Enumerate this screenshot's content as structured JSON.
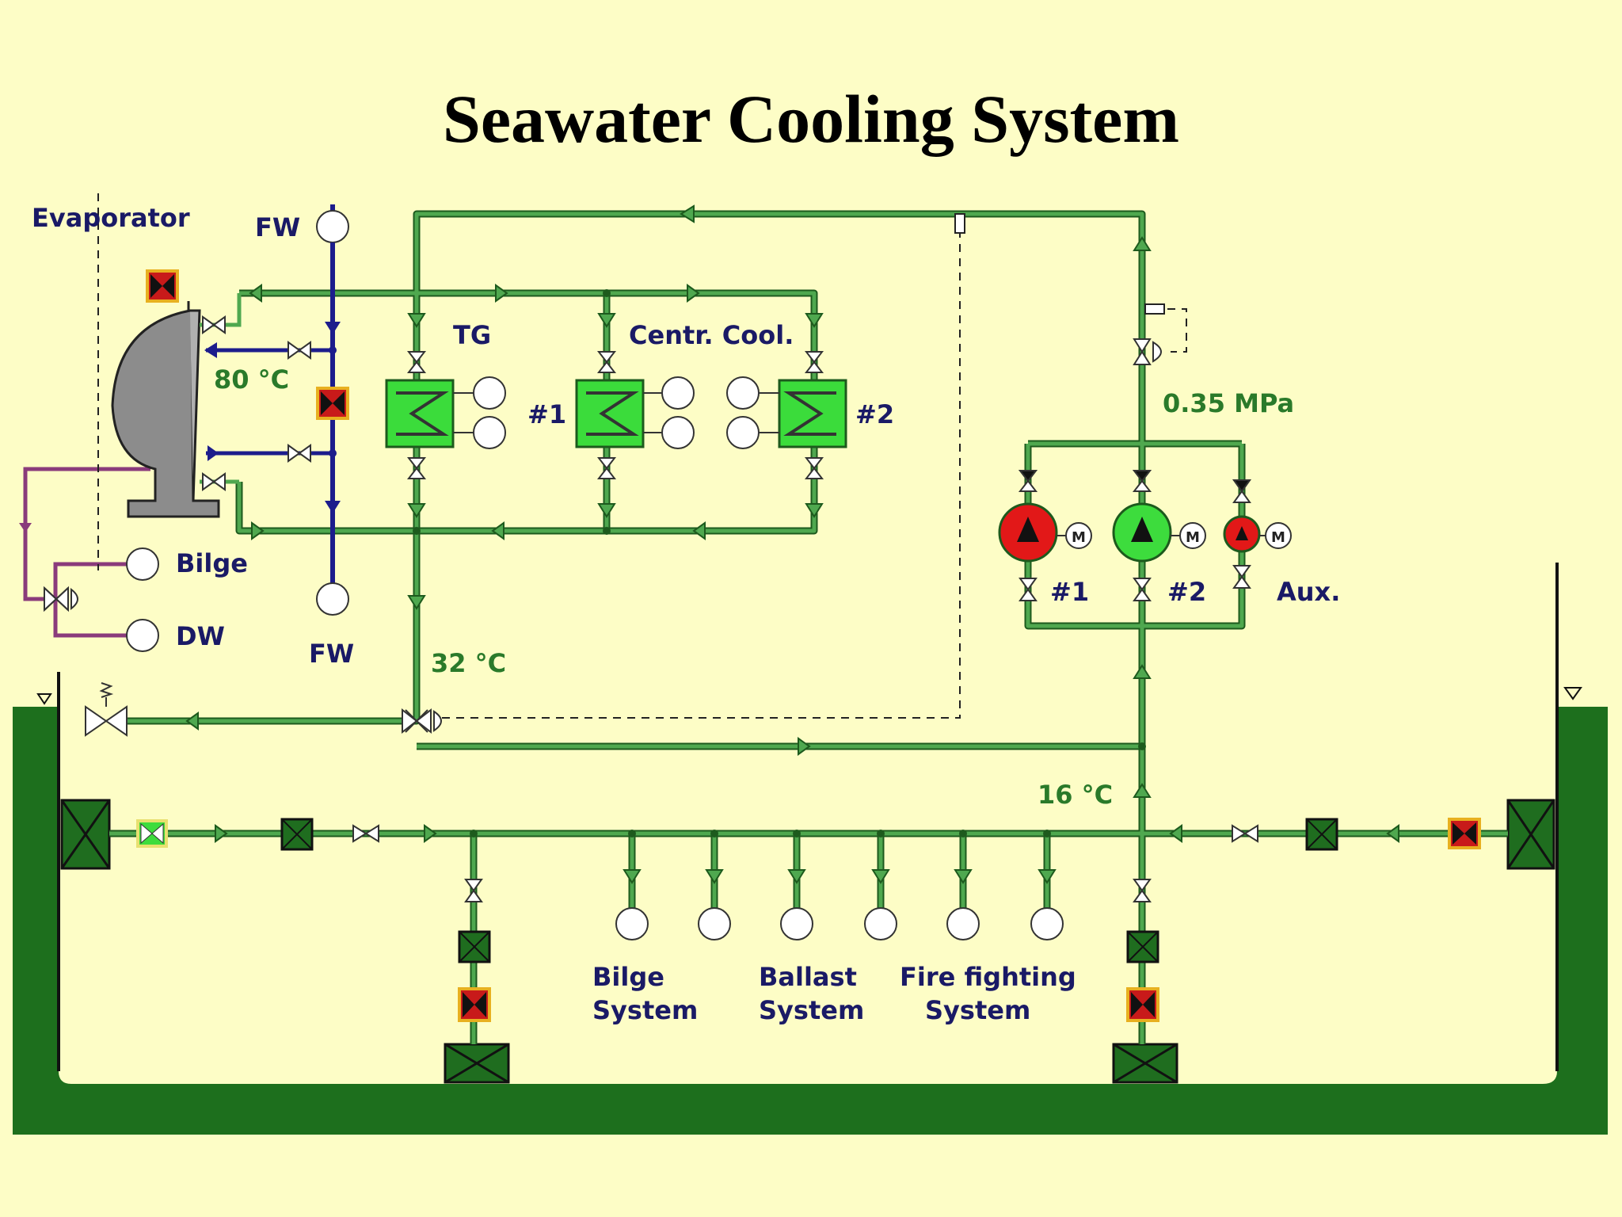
{
  "title": "Seawater Cooling System",
  "colors": {
    "background": "#fdfdc6",
    "pipe": "#4fa84f",
    "pipe_dark": "#1d5a1d",
    "fresh_water": "#1c1c8c",
    "purple_line": "#8a3b7b",
    "sea": "#1d6f1d",
    "valve_red": "#c81a1a",
    "pump_running": "#3ddc3d",
    "pump_stopped": "#e21818",
    "exchanger": "#3bdc3b",
    "label_blue": "#1a1a66",
    "label_green": "#2a7a2a"
  },
  "labels": {
    "evaporator": "Evaporator",
    "fw_top": "FW",
    "fw_bottom": "FW",
    "bilge": "Bilge",
    "dw": "DW",
    "tg": "TG",
    "centr_cool": "Centr. Cool.",
    "hx_1": "#1",
    "hx_2": "#2",
    "pump_1": "#1",
    "pump_2": "#2",
    "pump_aux": "Aux.",
    "motor": "M",
    "bilge_system_1": "Bilge",
    "bilge_system_2": "System",
    "ballast_system_1": "Ballast",
    "ballast_system_2": "System",
    "fire_fighting_1": "Fire fighting",
    "fire_fighting_2": "System"
  },
  "readings": {
    "temp_80": "80 °C",
    "temp_32": "32 °C",
    "temp_16": "16 °C",
    "pressure": "0.35 MPa"
  },
  "pumps": [
    {
      "label": "#1",
      "state": "stopped",
      "color": "#e21818"
    },
    {
      "label": "#2",
      "state": "running",
      "color": "#3ddc3d"
    },
    {
      "label": "Aux.",
      "state": "stopped",
      "color": "#e21818"
    }
  ]
}
